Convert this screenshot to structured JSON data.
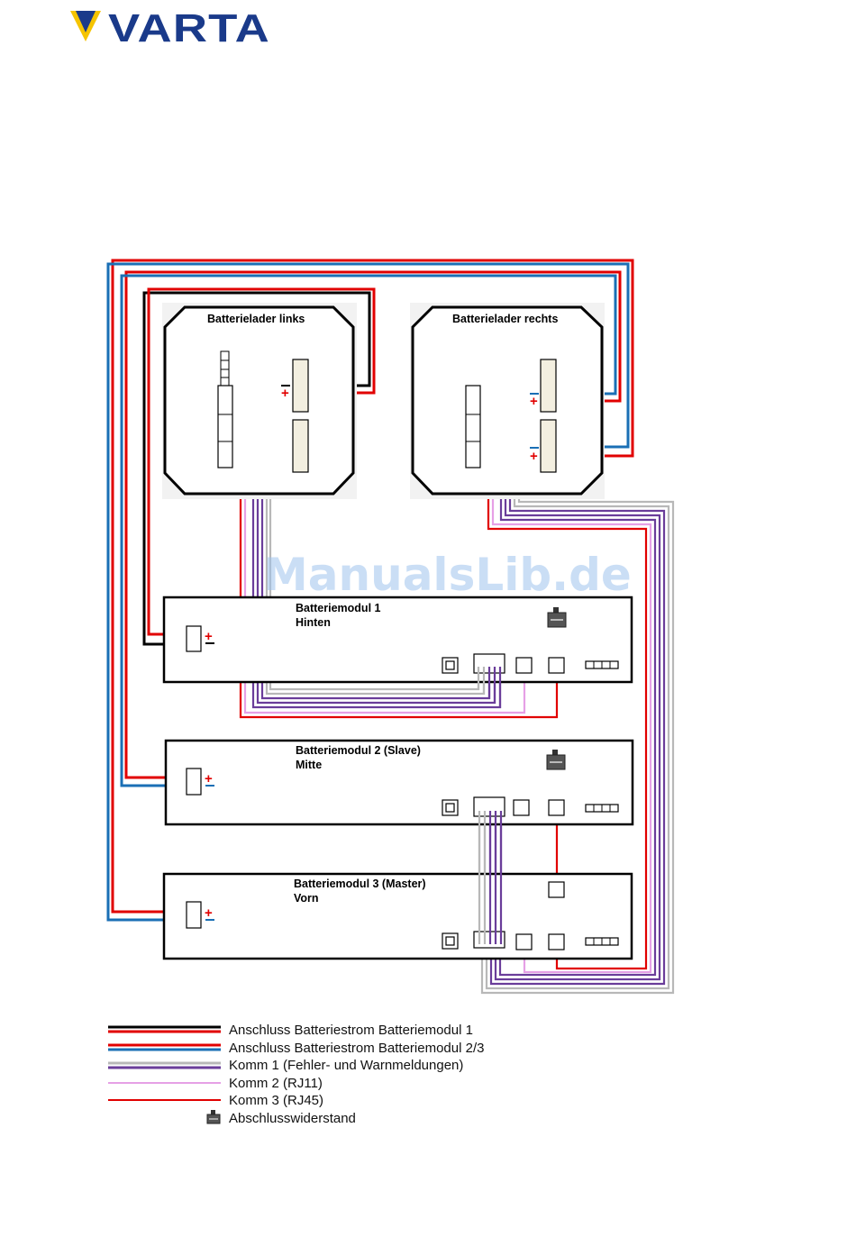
{
  "brand": {
    "name": "VARTA",
    "logo_color": "#1a3a8a",
    "logo_accent": "#f5c400"
  },
  "watermark": "ManualsLib.de",
  "chargers": {
    "left": {
      "label": "Batterielader links"
    },
    "right": {
      "label": "Batterielader rechts"
    }
  },
  "modules": {
    "m1": {
      "title": "Batteriemodul 1",
      "subtitle": "Hinten"
    },
    "m2": {
      "title": "Batteriemodul 2 (Slave)",
      "subtitle": "Mitte"
    },
    "m3": {
      "title": "Batteriemodul 3 (Master)",
      "subtitle": "Vorn"
    }
  },
  "signs": {
    "plus": "+"
  },
  "legend": [
    {
      "text": "Anschluss Batteriestrom Batteriemodul 1",
      "colors": [
        "#000000",
        "#e10000"
      ]
    },
    {
      "text": "Anschluss Batteriestrom Batteriemodul 2/3",
      "colors": [
        "#e10000",
        "#1a6fb5"
      ]
    },
    {
      "text": "Komm 1 (Fehler- und Warnmeldungen)",
      "colors": [
        "#b8b8b8",
        "#6a3d9a"
      ]
    },
    {
      "text": "Komm 2 (RJ11)",
      "colors": [
        "#e6a0e6"
      ]
    },
    {
      "text": "Komm 3 (RJ45)",
      "colors": [
        "#e10000"
      ]
    },
    {
      "text": "Abschlusswiderstand",
      "icon": "terminator-icon"
    }
  ],
  "colors": {
    "red": "#e10000",
    "black": "#000000",
    "blue": "#1a6fb5",
    "gray": "#b8b8b8",
    "purple": "#6a3d9a",
    "pink": "#e6a0e6"
  }
}
